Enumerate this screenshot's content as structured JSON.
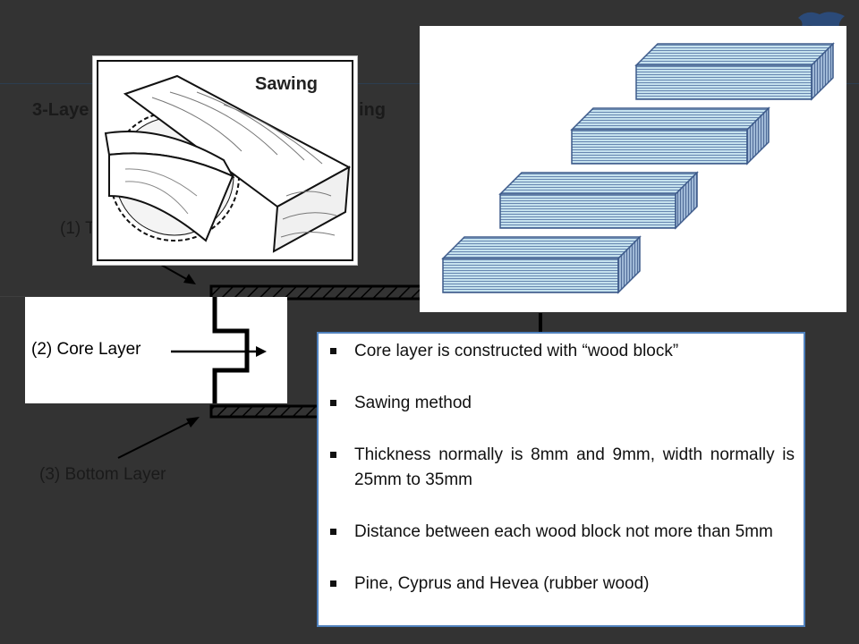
{
  "slide": {
    "heading_start": "3-Laye",
    "heading_end": "ing",
    "layer_top_label": "(1) T",
    "layer_core_label": "(2) Core Layer",
    "layer_bottom_label": "(3) Bottom Layer"
  },
  "sawing_image": {
    "title": "Sawing"
  },
  "info": {
    "bullets": [
      "Core layer is constructed with “wood block”",
      "Sawing method",
      "Thickness normally is 8mm and 9mm, width normally is 25mm to 35mm",
      "Distance between each wood block not more than 5mm",
      "Pine, Cyprus and Hevea (rubber wood)"
    ]
  },
  "colors": {
    "background": "#333333",
    "block_face": "#c6e2ee",
    "block_stroke": "#3d5a8a",
    "info_border": "#4f81bd"
  }
}
